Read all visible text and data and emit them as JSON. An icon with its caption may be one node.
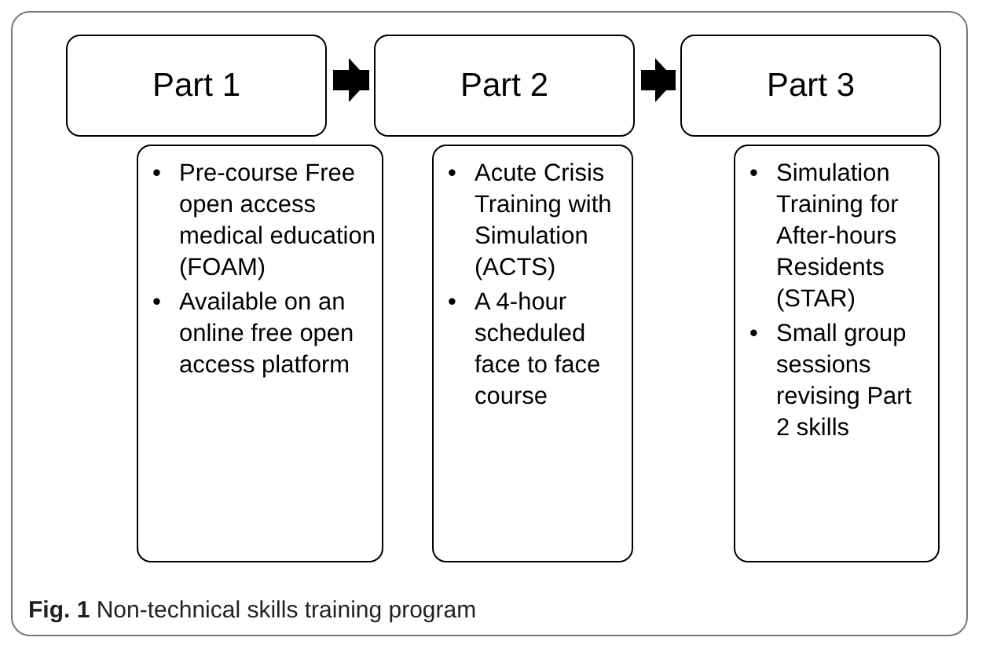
{
  "diagram": {
    "caption": "**Fig. 1** Non-technical skills training program",
    "nodes": [
      {
        "text": [
          "Part 1"
        ]
      },
      {
        "text": [
          "• Pre-course Free open access medical education (FOAM)",
          "• Available on an online free open access platform"
        ]
      },
      {
        "text": [
          "Part 2"
        ]
      },
      {
        "text": [
          "• Acute Crisis Training with Simulation (ACTS)",
          "• A 4-hour scheduled face to face course"
        ]
      },
      {
        "text": [
          "Part 3"
        ]
      },
      {
        "text": [
          "• Simulation Training for After-hours Residents (STAR)",
          "• Small group sessions revising Part 2 skills"
        ]
      }
    ],
    "edges": [
      {
        "from": 0,
        "to": 2,
        "arrow": "to"
      },
      {
        "from": 2,
        "to": 4,
        "arrow": "to"
      }
    ]
  }
}
